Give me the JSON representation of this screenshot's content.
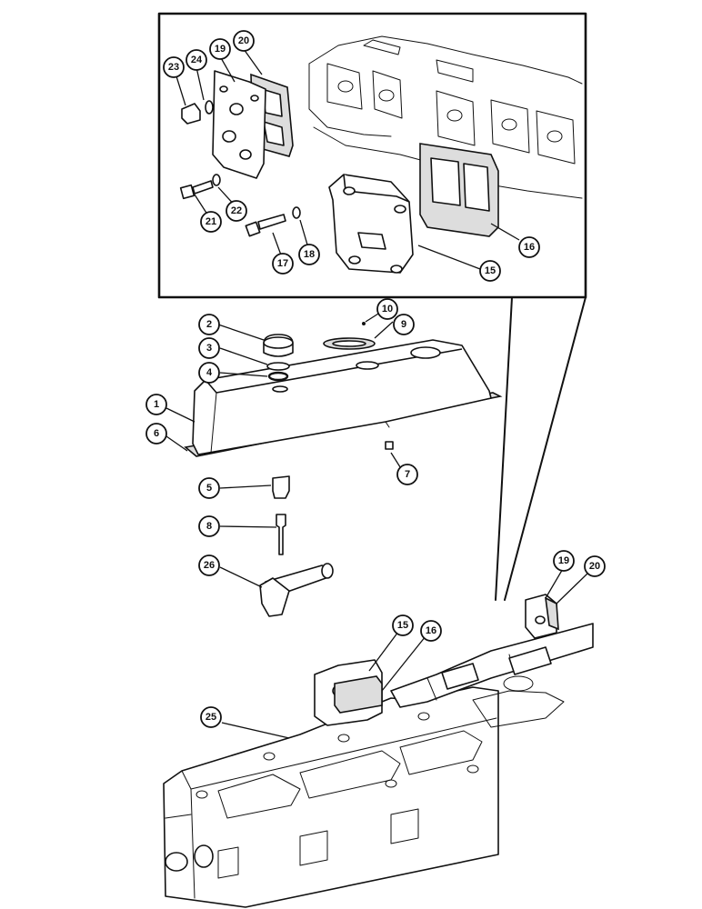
{
  "callouts": {
    "c1": "1",
    "c2": "2",
    "c3": "3",
    "c4": "4",
    "c5": "5",
    "c6": "6",
    "c7": "7",
    "c8": "8",
    "c9": "9",
    "c10": "10",
    "c15a": "15",
    "c16a": "16",
    "c17": "17",
    "c18": "18",
    "c19a": "19",
    "c20a": "20",
    "c21": "21",
    "c22": "22",
    "c23": "23",
    "c24": "24",
    "c25": "25",
    "c26": "26",
    "c15b": "15",
    "c16b": "16",
    "c19b": "19",
    "c20b": "20"
  }
}
